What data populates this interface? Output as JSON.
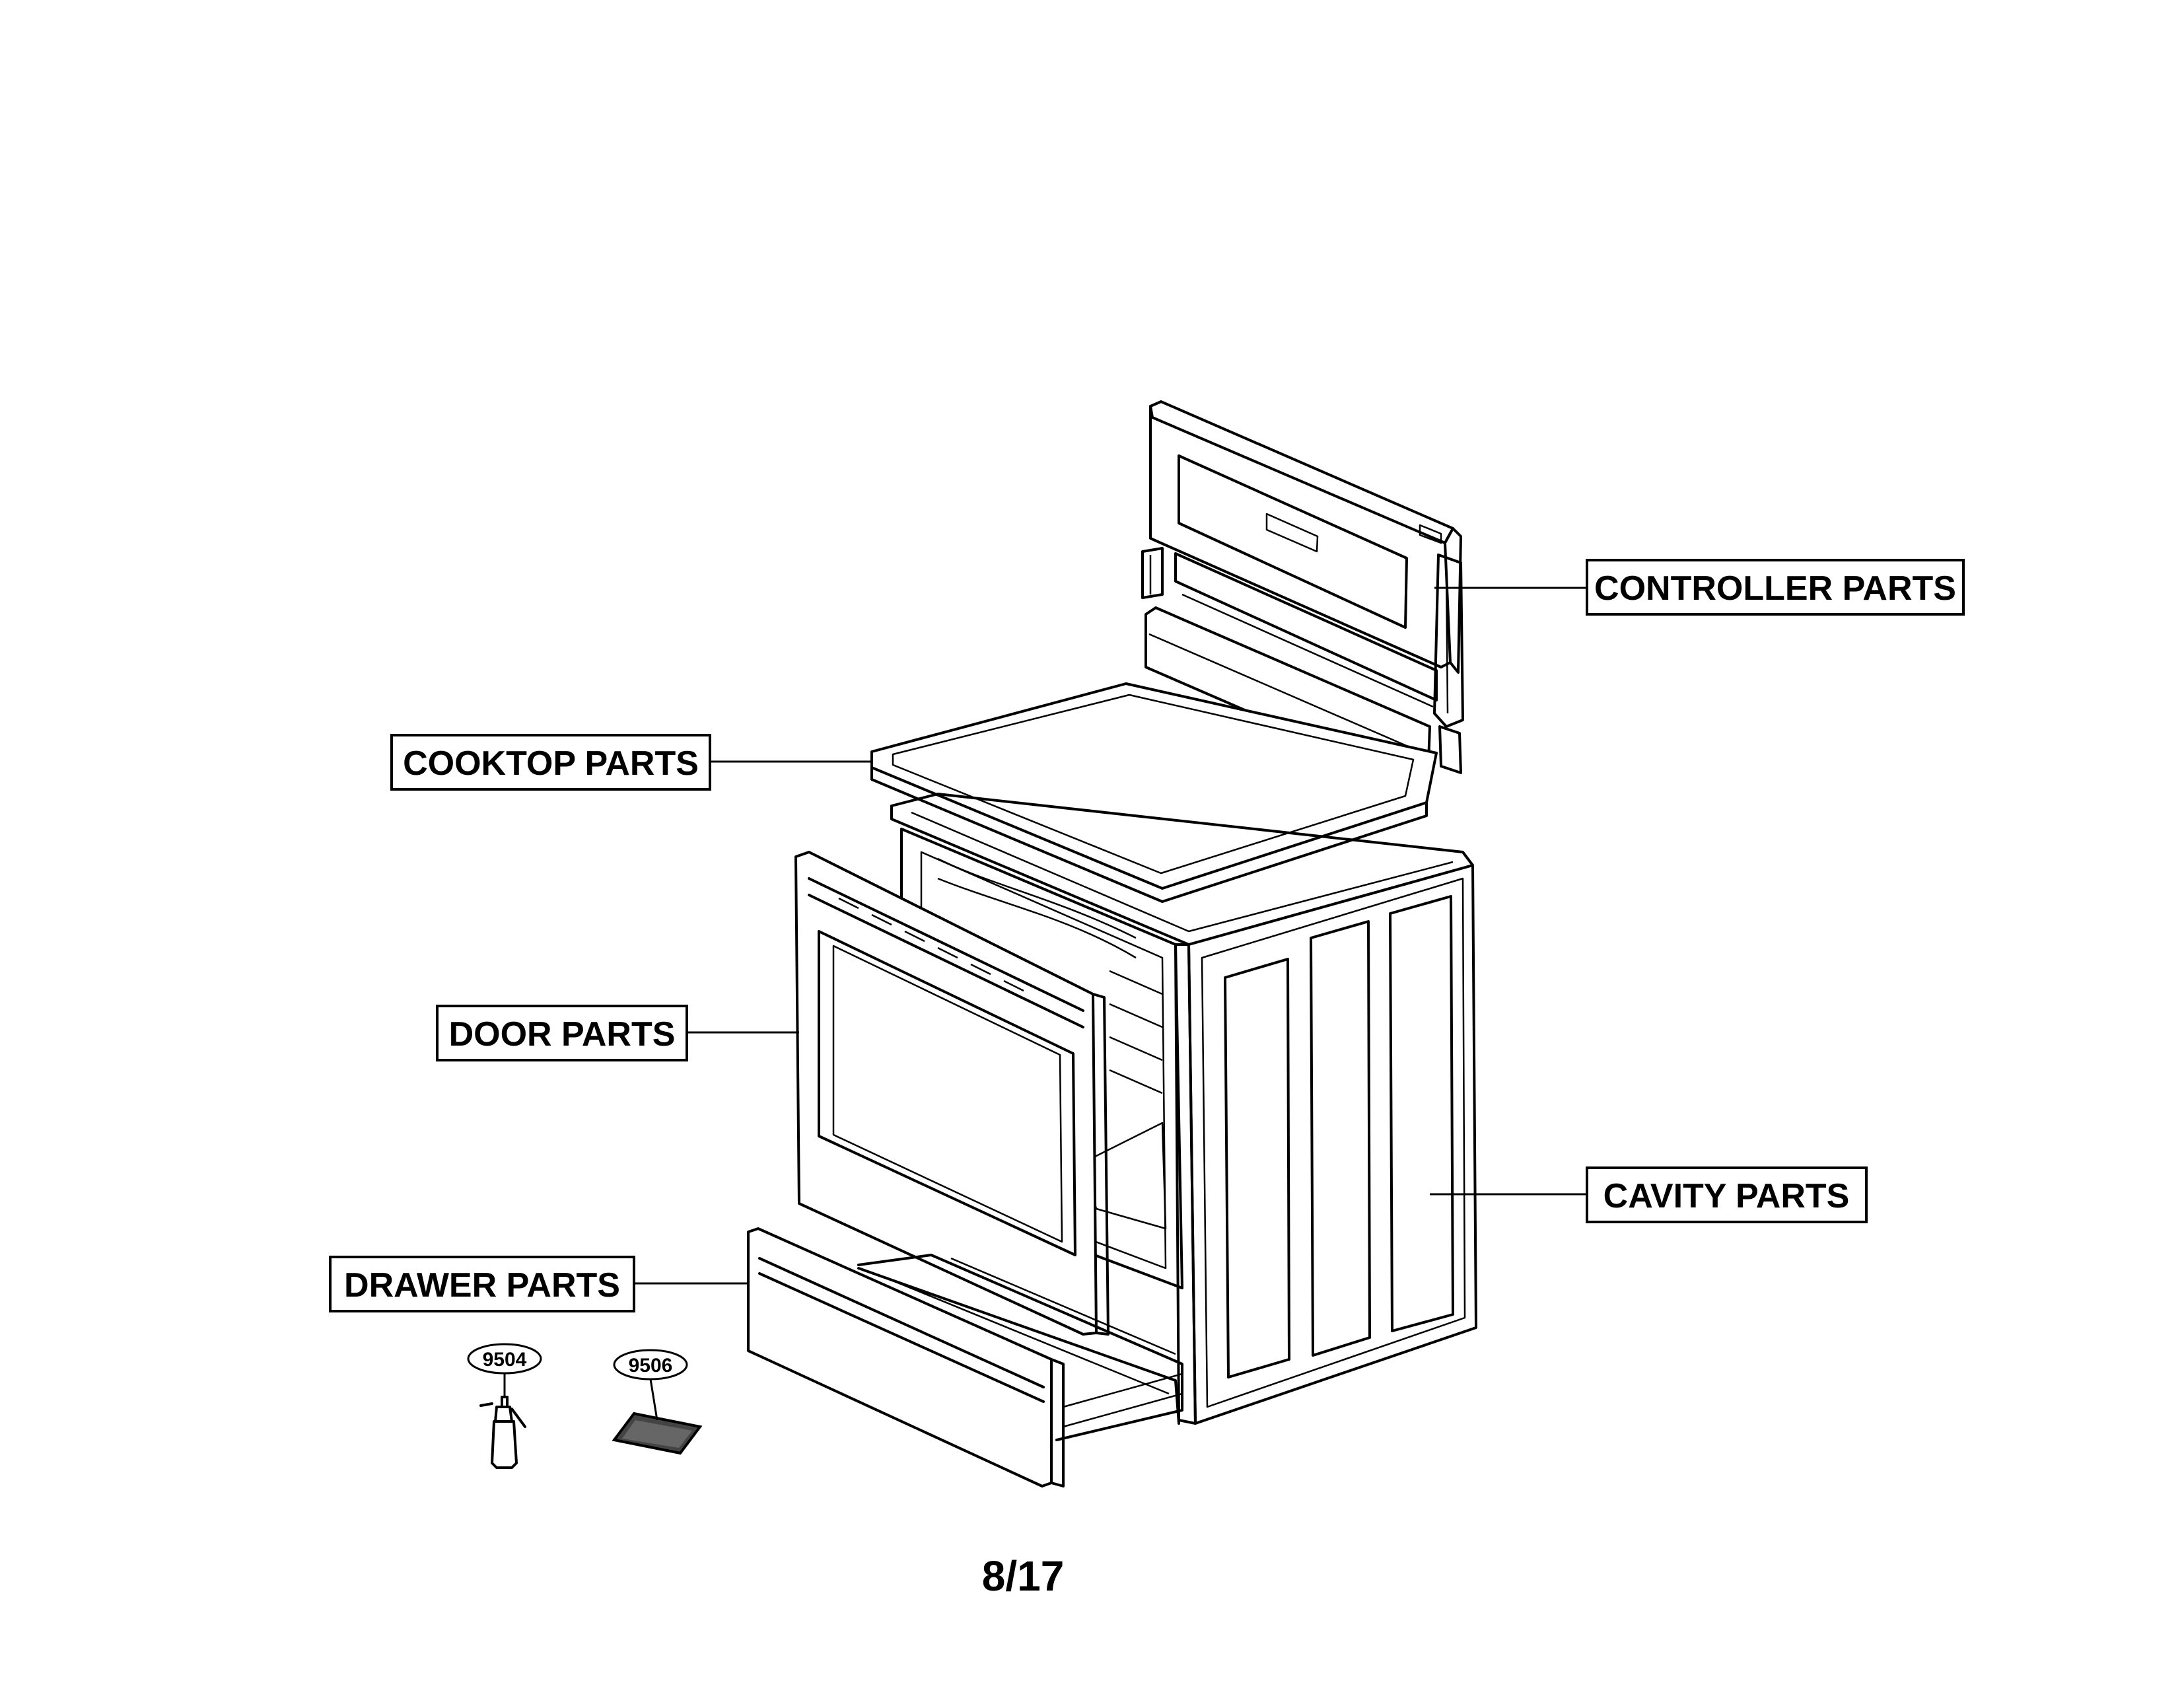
{
  "labels": {
    "controller": "CONTROLLER PARTS",
    "cooktop": "COOKTOP PARTS",
    "door": "DOOR PARTS",
    "cavity": "CAVITY PARTS",
    "drawer": "DRAWER PARTS"
  },
  "callouts": {
    "spray_bottle": "9504",
    "mat": "9506"
  },
  "page_number": "8/17"
}
